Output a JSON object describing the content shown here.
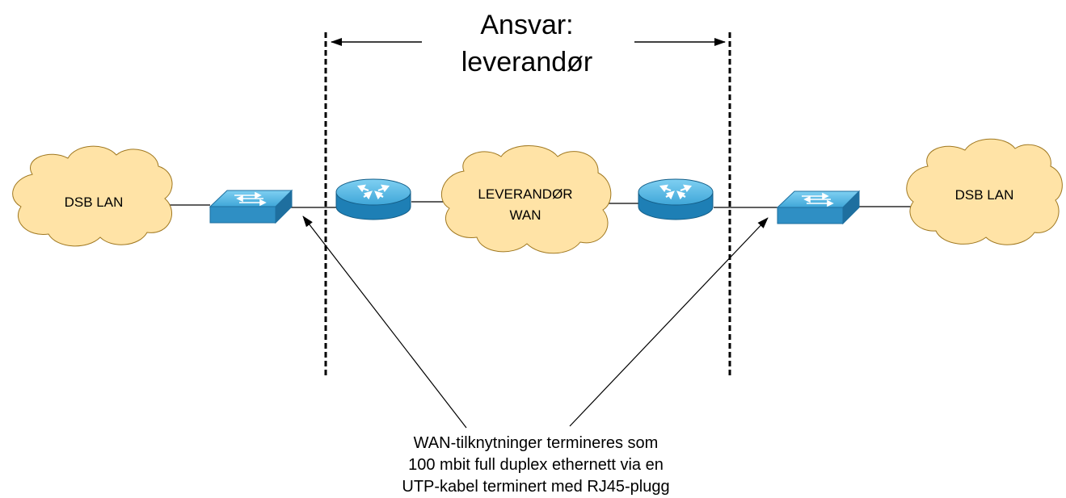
{
  "title": {
    "line1": "Ansvar:",
    "line2": "leverandør"
  },
  "nodes": {
    "left_lan": "DSB LAN",
    "right_lan": "DSB LAN",
    "wan_line1": "LEVERANDØR",
    "wan_line2": "WAN"
  },
  "note": {
    "line1": "WAN-tilknytninger termineres som",
    "line2": "100 mbit full duplex ethernett via en",
    "line3": "UTP-kabel terminert med RJ45-plugg"
  },
  "colors": {
    "cloud_fill": "#FFE3A6",
    "cloud_stroke": "#A07820",
    "device_fill": "#3FA6D8",
    "device_dark": "#1E6F9F",
    "line": "#000000"
  },
  "icons": {
    "switch": "switch-icon",
    "router": "router-icon",
    "cloud": "cloud-icon"
  }
}
